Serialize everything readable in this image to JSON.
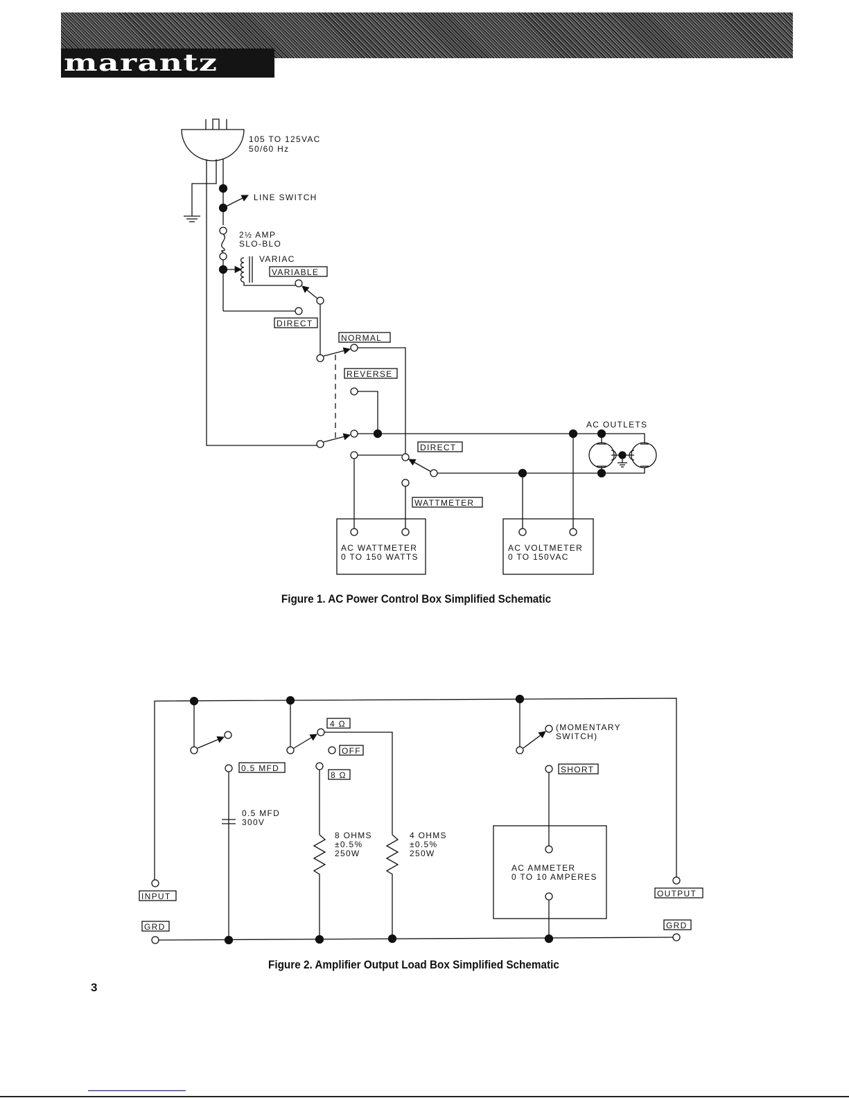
{
  "header": {
    "brand": "marantz"
  },
  "figure1": {
    "caption": "Figure 1. AC Power Control Box Simplified Schematic",
    "labels": {
      "supply_line1": "105 TO 125VAC",
      "supply_line2": "50/60 Hz",
      "line_switch": "LINE SWITCH",
      "fuse_line1": "2½ AMP",
      "fuse_line2": "SLO-BLO",
      "variac": "VARIAC",
      "variable": "VARIABLE",
      "direct": "DIRECT",
      "normal": "NORMAL",
      "reverse": "REVERSE",
      "direct2": "DIRECT",
      "wattmeter": "WATTMETER",
      "ac_outlets": "AC OUTLETS",
      "wattmeter_box_line1": "AC WATTMETER",
      "wattmeter_box_line2": "0 TO 150 WATTS",
      "voltmeter_box_line1": "AC VOLTMETER",
      "voltmeter_box_line2": "0 TO 150VAC"
    }
  },
  "figure2": {
    "caption": "Figure 2. Amplifier Output Load Box Simplified Schematic",
    "labels": {
      "ohm4": "4 Ω",
      "off": "OFF",
      "ohm8": "8 Ω",
      "mfd_switch": "0.5 MFD",
      "cap_line1": "0.5 MFD",
      "cap_line2": "300V",
      "r8_line1": "8 OHMS",
      "r8_line2": "±0.5%",
      "r8_line3": "250W",
      "r4_line1": "4 OHMS",
      "r4_line2": "±0.5%",
      "r4_line3": "250W",
      "momentary_line1": "(MOMENTARY",
      "momentary_line2": "SWITCH)",
      "short": "SHORT",
      "ammeter_line1": "AC AMMETER",
      "ammeter_line2": "0 TO 10 AMPERES",
      "input": "INPUT",
      "output": "OUTPUT",
      "grd_left": "GRD",
      "grd_right": "GRD"
    }
  },
  "footer": {
    "page_number": "3"
  }
}
